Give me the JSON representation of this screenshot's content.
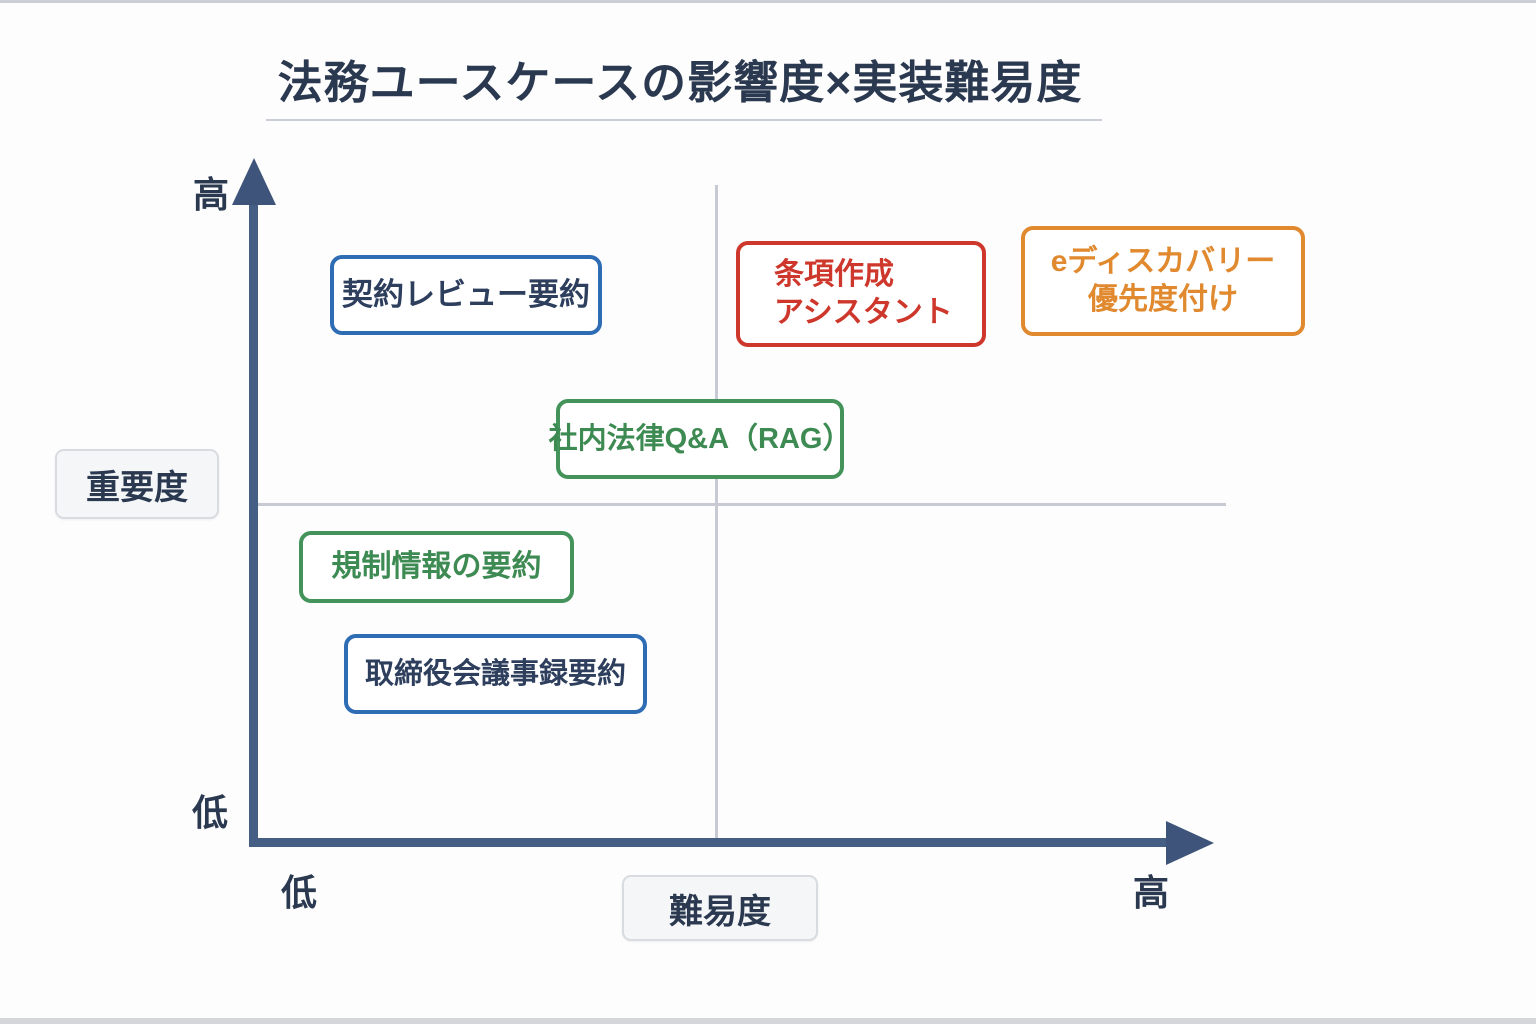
{
  "title": "法務ユースケースの影響度×実装難易度",
  "axes": {
    "y": {
      "label": "重要度",
      "high": "高",
      "low": "低"
    },
    "x": {
      "label": "難易度",
      "low": "低",
      "high": "高"
    }
  },
  "items": [
    {
      "name": "contract-review-summary",
      "line1": "契約レビュー要約",
      "line2": "",
      "color": "#2e6cb3"
    },
    {
      "name": "clause-drafting-assistant",
      "line1": "条項作成",
      "line2": "アシスタント",
      "color": "#ce372b"
    },
    {
      "name": "ediscovery-prioritization",
      "line1": "eディスカバリー",
      "line2": "優先度付け",
      "color": "#e0892e"
    },
    {
      "name": "internal-legal-qa-rag",
      "line1": "社内法律Q&A（RAG）",
      "line2": "",
      "color": "#43935a"
    },
    {
      "name": "regulatory-info-summary",
      "line1": "規制情報の要約",
      "line2": "",
      "color": "#43935a"
    },
    {
      "name": "board-minutes-summary",
      "line1": "取締役会議事録要約",
      "line2": "",
      "color": "#2e6cb3"
    }
  ],
  "chart_data": {
    "type": "scatter",
    "title": "法務ユースケースの影響度×実装難易度",
    "xlabel": "難易度",
    "ylabel": "重要度",
    "x_range_labels": [
      "低",
      "高"
    ],
    "y_range_labels": [
      "低",
      "高"
    ],
    "grid": "quadrant (2x2 crosshair)",
    "points": [
      {
        "label": "契約レビュー要約",
        "difficulty": 0.22,
        "importance": 0.83,
        "color": "#2e6cb3"
      },
      {
        "label": "条項作成アシスタント",
        "difficulty": 0.64,
        "importance": 0.83,
        "color": "#ce372b"
      },
      {
        "label": "eディスカバリー優先度付け",
        "difficulty": 0.95,
        "importance": 0.85,
        "color": "#e0892e"
      },
      {
        "label": "社内法律Q&A（RAG）",
        "difficulty": 0.47,
        "importance": 0.61,
        "color": "#43935a"
      },
      {
        "label": "規制情報の要約",
        "difficulty": 0.19,
        "importance": 0.42,
        "color": "#43935a"
      },
      {
        "label": "取締役会議事録要約",
        "difficulty": 0.26,
        "importance": 0.26,
        "color": "#2e6cb3"
      }
    ]
  },
  "colors": {
    "axis": "#455e84",
    "grid": "#c7cad2",
    "title_text": "#2b3950",
    "chip_bg": "#f5f6f8",
    "chip_border": "#d8dbe0",
    "blue": "#2e6cb3",
    "red": "#ce372b",
    "orange": "#e0892e",
    "green": "#43935a"
  }
}
